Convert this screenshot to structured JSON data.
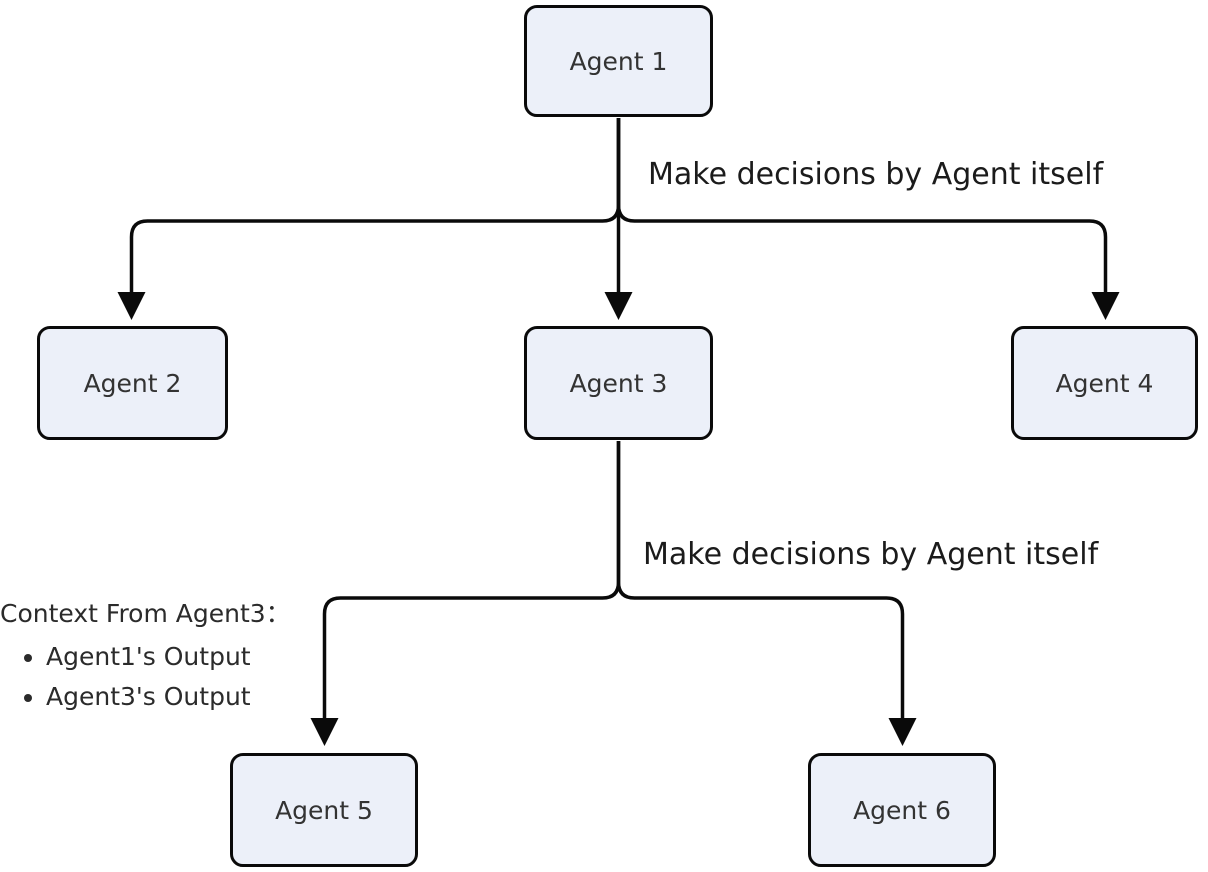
{
  "diagram": {
    "type": "flowchart",
    "background_color": "#ffffff",
    "node_fill_color": "#ecf0f9",
    "node_border_color": "#0a0a0a",
    "node_text_color": "#333333",
    "edge_color": "#0a0a0a",
    "nodes": [
      {
        "id": "agent1",
        "label": "Agent 1"
      },
      {
        "id": "agent2",
        "label": "Agent 2"
      },
      {
        "id": "agent3",
        "label": "Agent 3"
      },
      {
        "id": "agent4",
        "label": "Agent 4"
      },
      {
        "id": "agent5",
        "label": "Agent 5"
      },
      {
        "id": "agent6",
        "label": "Agent 6"
      }
    ],
    "edges": [
      {
        "from": "Agent 1",
        "to": "Agent 2"
      },
      {
        "from": "Agent 1",
        "to": "Agent 3"
      },
      {
        "from": "Agent 1",
        "to": "Agent 4"
      },
      {
        "from": "Agent 3",
        "to": "Agent 5"
      },
      {
        "from": "Agent 3",
        "to": "Agent 6"
      }
    ],
    "edge_labels": [
      {
        "text": "Make decisions by Agent itself",
        "attached_to": "Agent 1 branch"
      },
      {
        "text": "Make decisions by Agent itself",
        "attached_to": "Agent 3 branch"
      }
    ],
    "context_note": {
      "title": "Context From Agent3：",
      "items": [
        "Agent1's Output",
        "Agent3's Output"
      ]
    }
  }
}
